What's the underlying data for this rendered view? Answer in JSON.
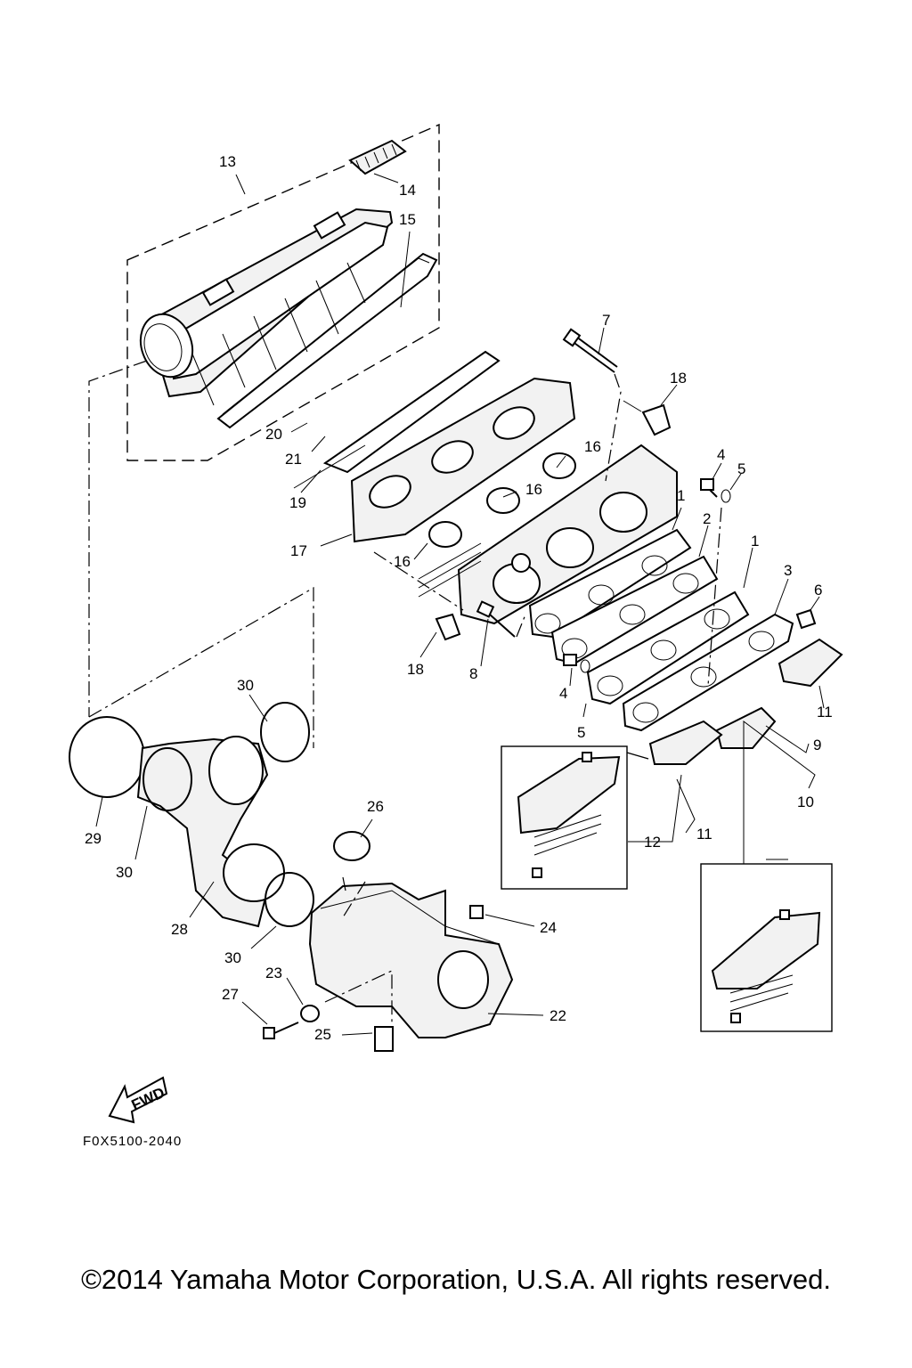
{
  "figure_code": "F0X5100-2040",
  "copyright": "©2014 Yamaha Motor Corporation, U.S.A. All rights reserved.",
  "fwd_label": "FWD",
  "callouts": [
    "1",
    "2",
    "3",
    "4",
    "5",
    "6",
    "7",
    "8",
    "9",
    "10",
    "11",
    "12",
    "13",
    "14",
    "15",
    "16",
    "17",
    "18",
    "19",
    "20",
    "21",
    "22",
    "23",
    "24",
    "25",
    "26",
    "27",
    "28",
    "29",
    "30"
  ],
  "callout_instances": [
    {
      "id": "c13",
      "text": "13"
    },
    {
      "id": "c14",
      "text": "14"
    },
    {
      "id": "c15",
      "text": "15"
    },
    {
      "id": "c7",
      "text": "7"
    },
    {
      "id": "c18a",
      "text": "18"
    },
    {
      "id": "c20",
      "text": "20"
    },
    {
      "id": "c21",
      "text": "21"
    },
    {
      "id": "c16a",
      "text": "16"
    },
    {
      "id": "c16b",
      "text": "16"
    },
    {
      "id": "c4a",
      "text": "4"
    },
    {
      "id": "c5a",
      "text": "5"
    },
    {
      "id": "c19",
      "text": "19"
    },
    {
      "id": "c1a",
      "text": "1"
    },
    {
      "id": "c2",
      "text": "2"
    },
    {
      "id": "c1b",
      "text": "1"
    },
    {
      "id": "c17",
      "text": "17"
    },
    {
      "id": "c3",
      "text": "3"
    },
    {
      "id": "c6",
      "text": "6"
    },
    {
      "id": "c16c",
      "text": "16"
    },
    {
      "id": "c18b",
      "text": "18"
    },
    {
      "id": "c8",
      "text": "8"
    },
    {
      "id": "c30a",
      "text": "30"
    },
    {
      "id": "c4b",
      "text": "4"
    },
    {
      "id": "c11a",
      "text": "11"
    },
    {
      "id": "c5b",
      "text": "5"
    },
    {
      "id": "c9",
      "text": "9"
    },
    {
      "id": "c26",
      "text": "26"
    },
    {
      "id": "c10",
      "text": "10"
    },
    {
      "id": "c29",
      "text": "29"
    },
    {
      "id": "c30b",
      "text": "30"
    },
    {
      "id": "c12",
      "text": "12"
    },
    {
      "id": "c11b",
      "text": "11"
    },
    {
      "id": "c28",
      "text": "28"
    },
    {
      "id": "c24",
      "text": "24"
    },
    {
      "id": "c30c",
      "text": "30"
    },
    {
      "id": "c23",
      "text": "23"
    },
    {
      "id": "c27",
      "text": "27"
    },
    {
      "id": "c22",
      "text": "22"
    },
    {
      "id": "c25",
      "text": "25"
    }
  ]
}
